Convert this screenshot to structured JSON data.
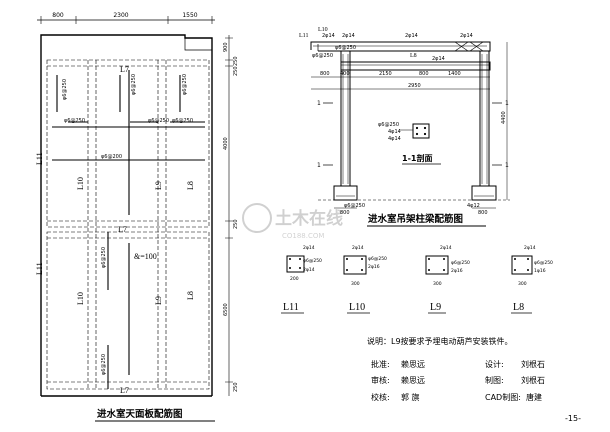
{
  "slab_plan": {
    "title": "进水室天面板配筋图",
    "top_dims": [
      "800",
      "2300",
      "1550"
    ],
    "right_dims": [
      "900",
      "250",
      "250",
      "4000",
      "250",
      "6500",
      "250"
    ],
    "bar_marks": [
      "L7",
      "L7",
      "L7",
      "L8",
      "L8",
      "L9",
      "L9",
      "L10",
      "L10",
      "L11",
      "L11"
    ],
    "rebar_labels": [
      "φ6@250",
      "φ6@250",
      "φ6@250",
      "φ6@250",
      "φ6@250",
      "φ6@200",
      "φ6@250",
      "φ6@250",
      "φ6@250"
    ],
    "thickness": "&=100"
  },
  "frame": {
    "title": "进水室吊架柱梁配筋图",
    "beam_labels": [
      "L11",
      "L10",
      "L8"
    ],
    "rebar_labels": [
      "2φ14",
      "2φ14",
      "2φ14",
      "2φ14",
      "φ6@250",
      "φ6@250",
      "2φ14"
    ],
    "dims": [
      "800",
      "400",
      "2150",
      "800",
      "1400",
      "2950",
      "4400",
      "800",
      "800"
    ],
    "section_marks": [
      "1",
      "1",
      "1",
      "1"
    ],
    "section_title": "1-1剖面",
    "section_rebar": [
      "φ6@250",
      "4φ14",
      "4φ14"
    ],
    "foot_labels": [
      "φ6@250",
      "4φ12"
    ]
  },
  "beam_sections": [
    {
      "mark": "L11",
      "rebar": [
        "2φ14",
        "φ6@250",
        "2φ14"
      ],
      "dims": [
        "200"
      ]
    },
    {
      "mark": "L10",
      "rebar": [
        "2φ14",
        "φ6@250",
        "2φ16"
      ],
      "dims": [
        "300"
      ]
    },
    {
      "mark": "L9",
      "rebar": [
        "2φ14",
        "φ6@250",
        "2φ16"
      ],
      "dims": [
        "300"
      ]
    },
    {
      "mark": "L8",
      "rebar": [
        "2φ14",
        "φ6@250",
        "1φ16"
      ],
      "dims": [
        "300"
      ]
    }
  ],
  "note": "说明：L9按要求予埋电动葫芦安装铁件。",
  "signoff": [
    {
      "role": "批准:",
      "name": "赖思远"
    },
    {
      "role": "设计:",
      "name": "刘根石"
    },
    {
      "role": "审核:",
      "name": "赖思远"
    },
    {
      "role": "制图:",
      "name": "刘根石"
    },
    {
      "role": "校核:",
      "name": "郭  旗"
    },
    {
      "role": "CAD制图:",
      "name": "唐建"
    }
  ],
  "page_number": "-15-",
  "watermark": {
    "main": "土木在线",
    "sub": "CO188.COM"
  }
}
